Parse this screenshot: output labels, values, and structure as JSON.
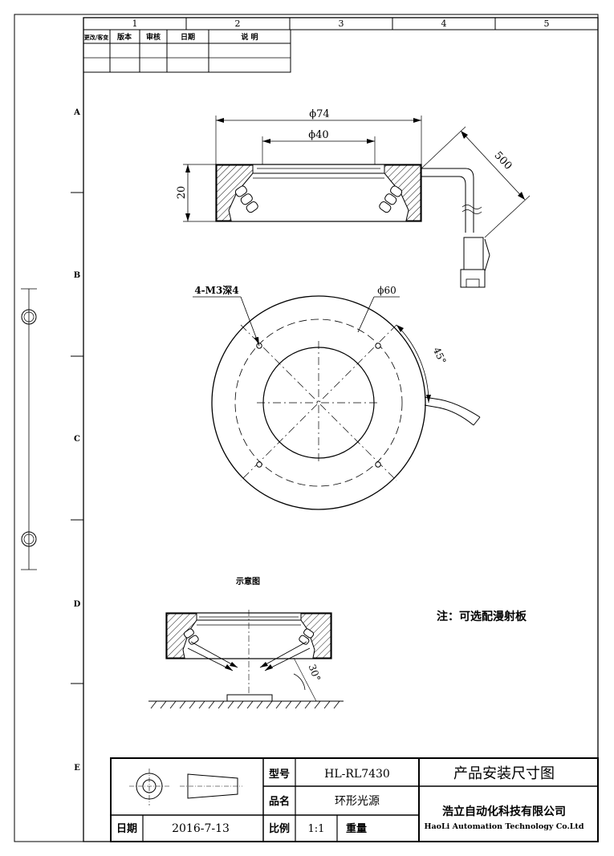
{
  "column_numbers": [
    "1",
    "2",
    "3",
    "4",
    "5"
  ],
  "row_letters": [
    "A",
    "B",
    "C",
    "D",
    "E"
  ],
  "revision_table": {
    "headers": [
      "更改/客变",
      "版本",
      "审核",
      "日期",
      "说 明"
    ]
  },
  "dimensions": {
    "outer_diameter": "ϕ74",
    "inner_diameter": "ϕ40",
    "height": "20",
    "cable_length": "500",
    "holes": "4-M3深4",
    "hole_circle": "ϕ60",
    "angle_top": "45°",
    "illumination_angle": "30°"
  },
  "schematic_label": "示意图",
  "note": "注：可选配漫射板",
  "title_block": {
    "model_label": "型号",
    "model_value": "HL-RL7430",
    "name_label": "品名",
    "name_value": "环形光源",
    "date_label": "日期",
    "date_value": "2016-7-13",
    "scale_label": "比例",
    "scale_value": "1:1",
    "weight_label": "重量",
    "drawing_title": "产品安装尺寸图",
    "company_cn": "浩立自动化科技有限公司",
    "company_en": "HaoLi Automation Technology Co.Ltd"
  }
}
